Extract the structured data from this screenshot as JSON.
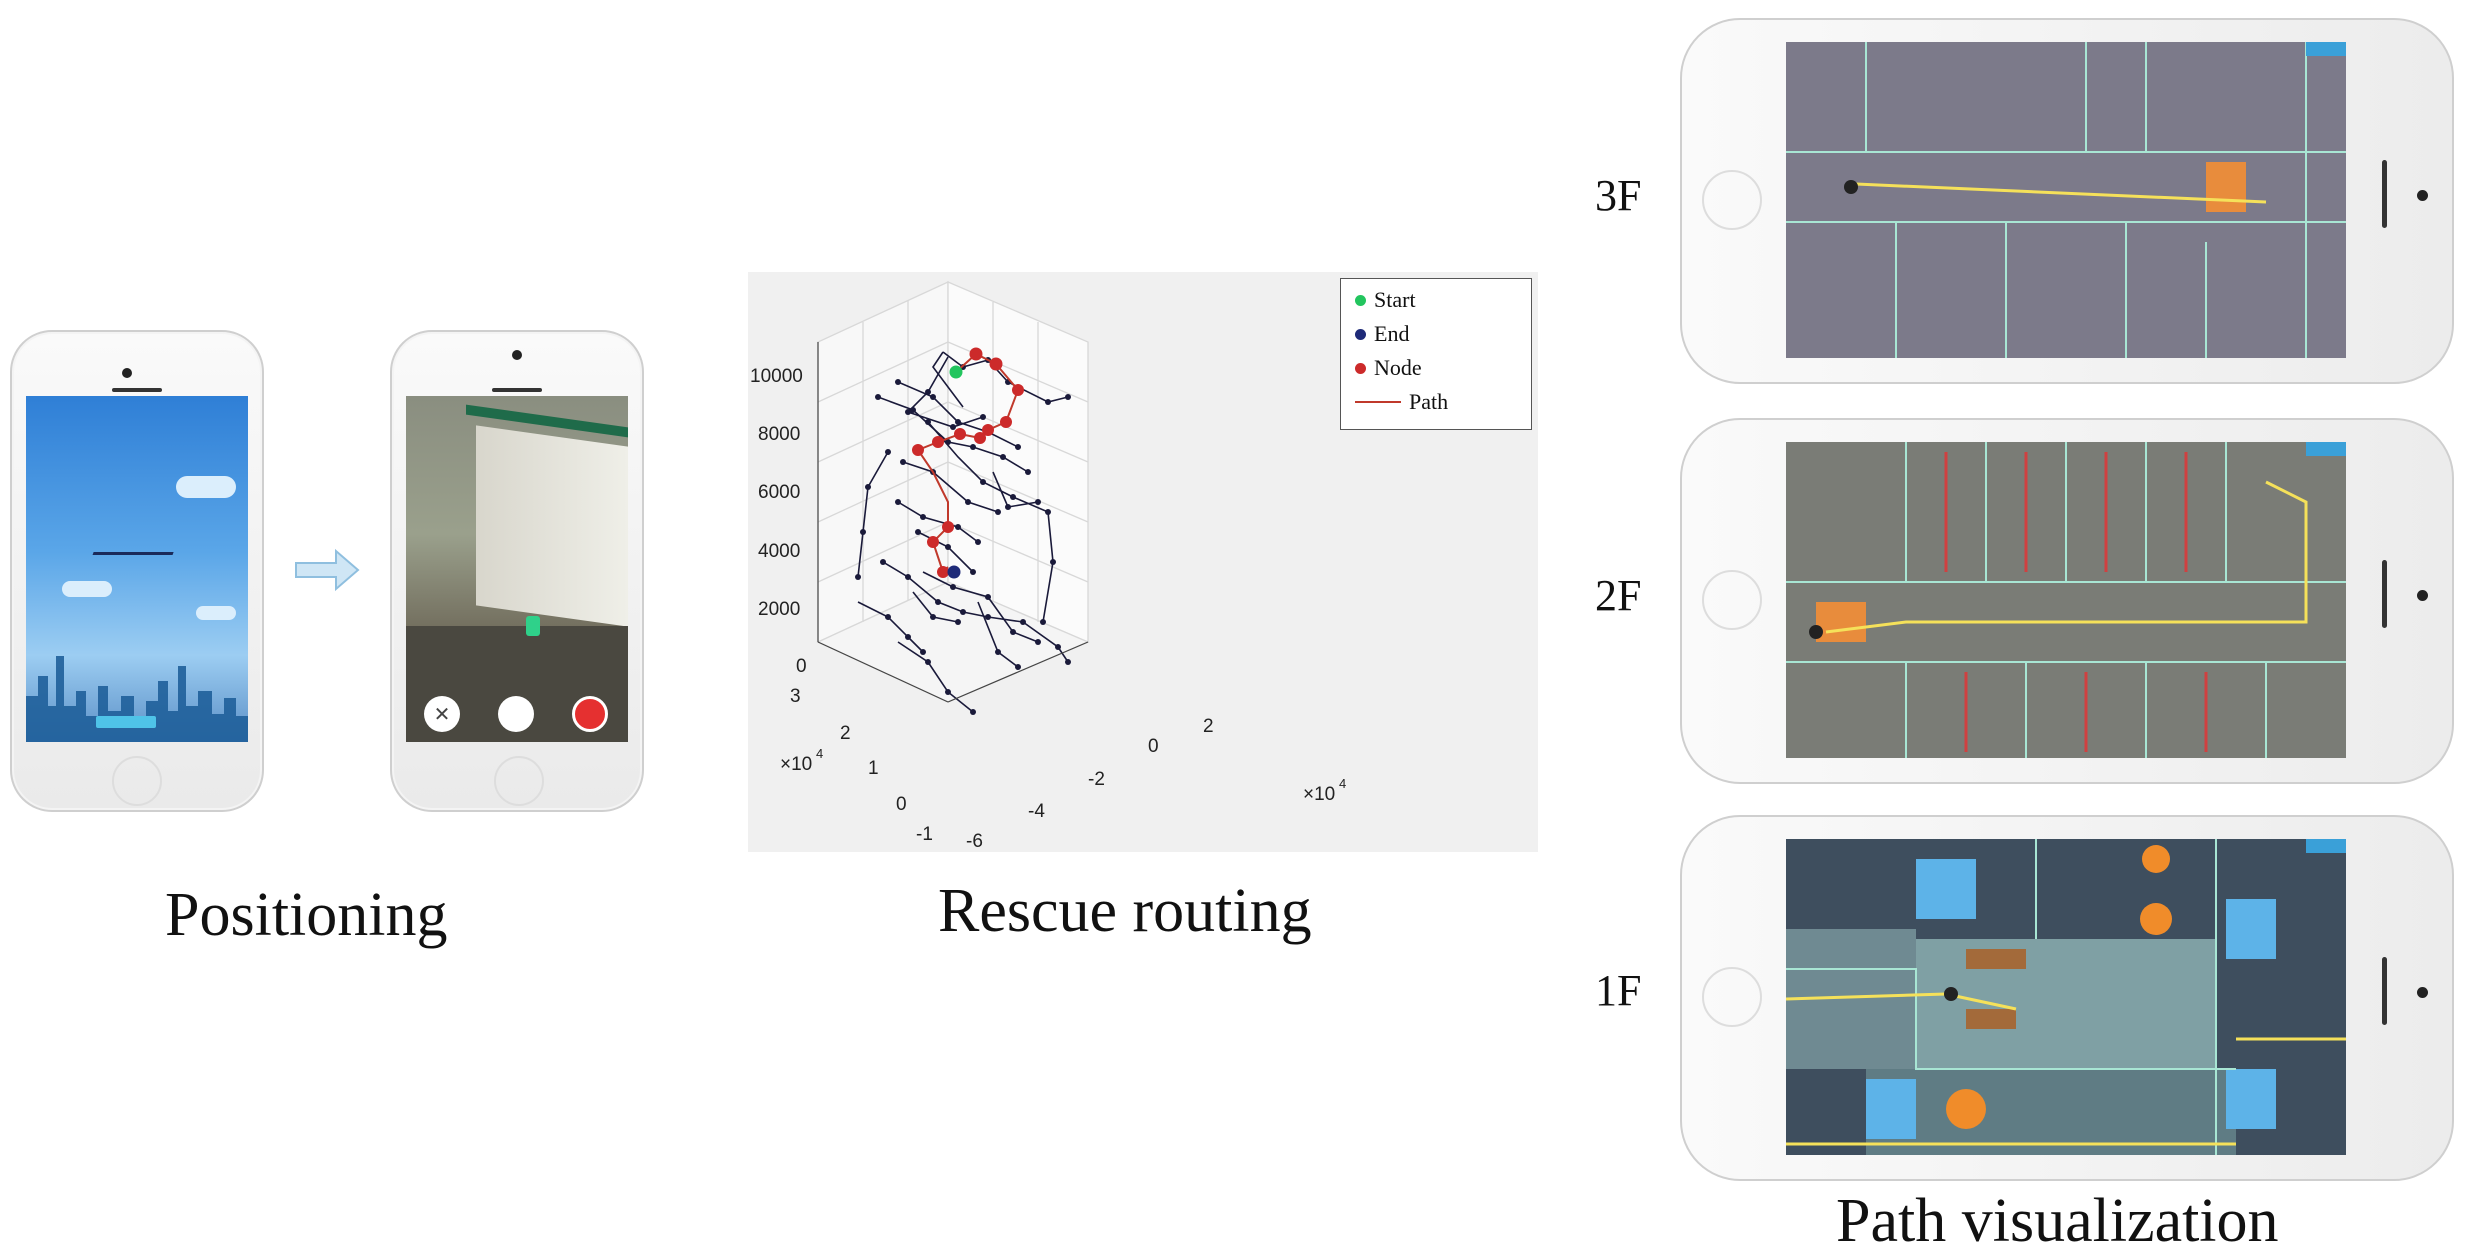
{
  "captions": {
    "positioning": "Positioning",
    "rescue_routing": "Rescue routing",
    "path_visualization": "Path visualization"
  },
  "floors": [
    "3F",
    "2F",
    "1F"
  ],
  "arrow_icon": "right-arrow-icon",
  "chart_data": {
    "type": "scatter",
    "dimensions": 3,
    "legend": [
      "Start",
      "End",
      "Node",
      "Path"
    ],
    "legend_position": "top-right",
    "colors": {
      "start": "#22c55e",
      "end": "#1e2a78",
      "node": "#cc2a2a",
      "path": "#c0392b",
      "network": "#1a1a3a"
    },
    "z_ticks": [
      "0",
      "2000",
      "4000",
      "6000",
      "8000",
      "10000"
    ],
    "y_ticks": [
      "-1",
      "0",
      "1",
      "2",
      "3"
    ],
    "y_exponent": "×10",
    "y_exponent_power": "4",
    "x_ticks": [
      "-6",
      "-4",
      "-2",
      "0",
      "2"
    ],
    "x_exponent": "×10",
    "x_exponent_power": "4",
    "zlim": [
      0,
      10000
    ],
    "grid": true
  }
}
